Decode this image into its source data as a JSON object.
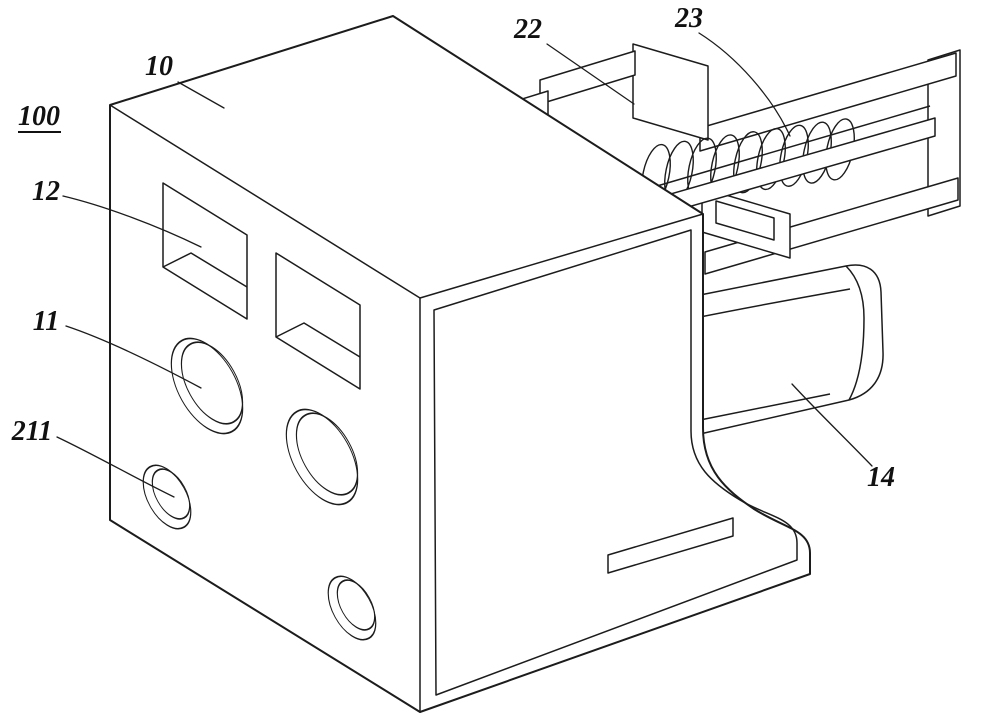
{
  "figure": {
    "labels": [
      {
        "id": "ref-100",
        "text": "100",
        "underline": true
      },
      {
        "id": "ref-10",
        "text": "10"
      },
      {
        "id": "ref-12",
        "text": "12"
      },
      {
        "id": "ref-11",
        "text": "11"
      },
      {
        "id": "ref-211",
        "text": "211"
      },
      {
        "id": "ref-22",
        "text": "22"
      },
      {
        "id": "ref-23",
        "text": "23"
      },
      {
        "id": "ref-14",
        "text": "14"
      }
    ]
  },
  "colors": {
    "line": "#1c1c1c",
    "background": "#ffffff"
  }
}
